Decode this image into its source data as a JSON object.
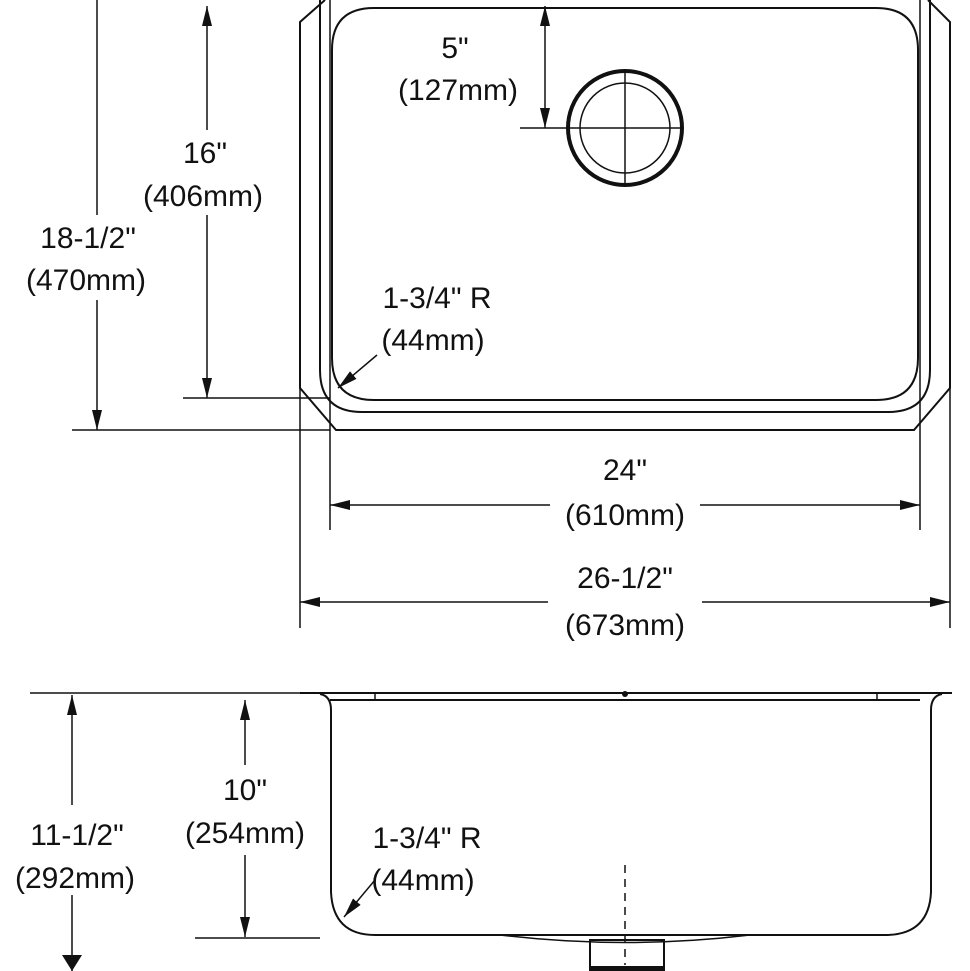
{
  "top_view": {
    "drain_offset": {
      "in": "5\"",
      "mm": "(127mm)"
    },
    "bowl_length": {
      "in": "16\"",
      "mm": "(406mm)"
    },
    "overall_length": {
      "in": "18-1/2\"",
      "mm": "(470mm)"
    },
    "corner_radius": {
      "in": "1-3/4\" R",
      "mm": "(44mm)"
    },
    "bowl_width": {
      "in": "24\"",
      "mm": "(610mm)"
    },
    "overall_width": {
      "in": "26-1/2\"",
      "mm": "(673mm)"
    }
  },
  "side_view": {
    "overall_depth": {
      "in": "11-1/2\"",
      "mm": "(292mm)"
    },
    "bowl_depth": {
      "in": "10\"",
      "mm": "(254mm)"
    },
    "corner_radius": {
      "in": "1-3/4\" R",
      "mm": "(44mm)"
    }
  }
}
